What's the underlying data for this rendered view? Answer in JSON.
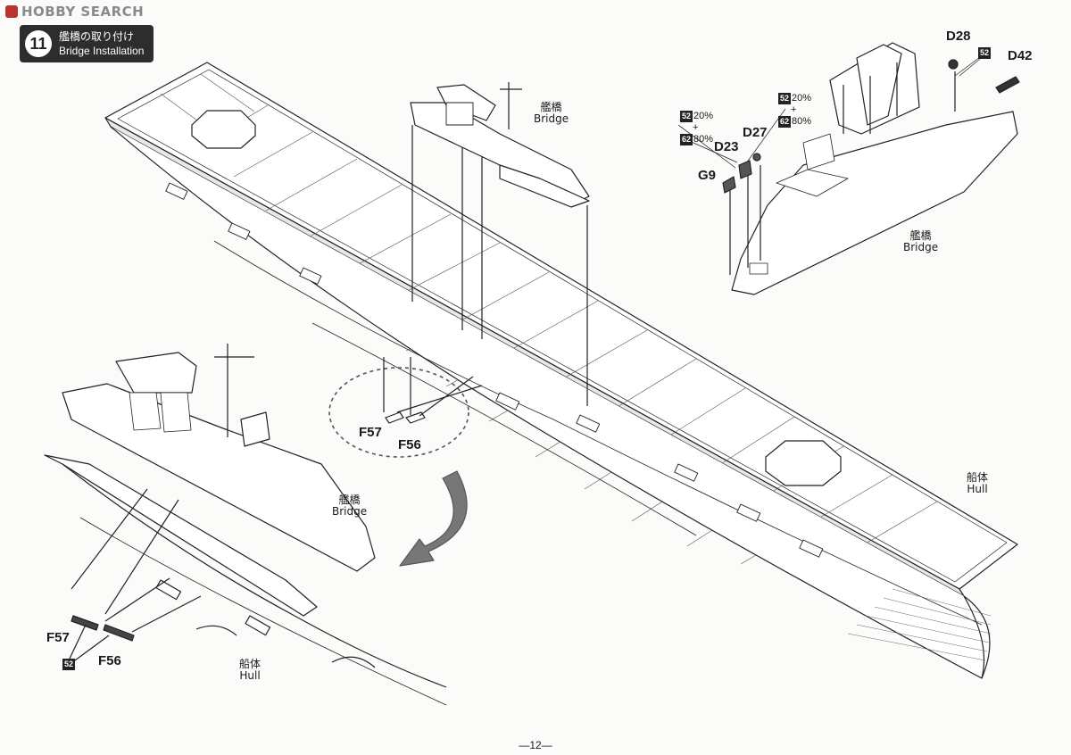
{
  "watermark": "HOBBY SEARCH",
  "step": {
    "number": "11",
    "title_jp": "艦橋の取り付け",
    "title_en": "Bridge Installation"
  },
  "labels": {
    "bridge_top_jp": "艦橋",
    "bridge_top_en": "Bridge",
    "bridge_right_jp": "艦橋",
    "bridge_right_en": "Bridge",
    "bridge_left_jp": "艦橋",
    "bridge_left_en": "Bridge",
    "hull_main_jp": "船体",
    "hull_main_en": "Hull",
    "hull_detail_jp": "船体",
    "hull_detail_en": "Hull"
  },
  "parts": {
    "d28": "D28",
    "d42": "D42",
    "d27": "D27",
    "d23": "D23",
    "g9": "G9",
    "f57_center": "F57",
    "f56_center": "F56",
    "f57_left": "F57",
    "f56_left": "F56"
  },
  "paint": {
    "chip_52": "52",
    "chip_62": "62",
    "mix_left_1": "20%",
    "mix_left_2": "80%",
    "mix_right_1": "20%",
    "mix_right_2": "80%",
    "plus": "+"
  },
  "page_number": "—12—"
}
